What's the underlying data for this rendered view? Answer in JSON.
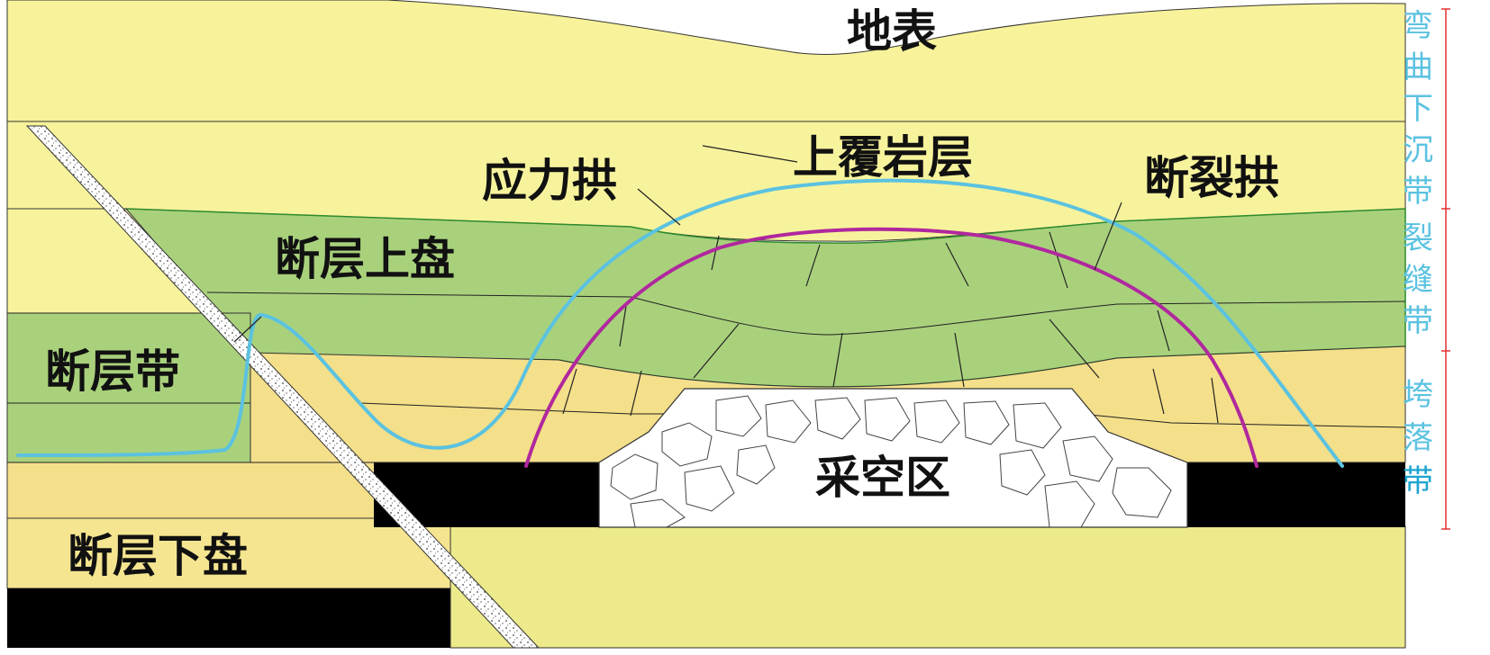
{
  "labels": {
    "surface": "地表",
    "overburden": "上覆岩层",
    "stress_arch": "应力拱",
    "fracture_arch": "断裂拱",
    "hanging_wall": "断层上盘",
    "fault_zone": "断层带",
    "goaf": "采空区",
    "footwall": "断层下盘"
  },
  "zones": {
    "bending_zone": [
      "弯",
      "曲",
      "下",
      "沉",
      "带"
    ],
    "fracture_zone": [
      "裂",
      "缝",
      "带"
    ],
    "caving_zone": [
      "垮",
      "落",
      "带"
    ]
  },
  "colors": {
    "yellow_pale": "#f8f39a",
    "yellow_light": "#f5ec92",
    "yellow_gold": "#f4df8a",
    "green_layer": "#a9d17c",
    "coal": "#000000",
    "stress_arch": "#5bc2e0",
    "fracture_arch": "#b0289e",
    "zone_text": "#5bc2e0",
    "zone_text_caving": "#1ea4cf",
    "marker": "#e03030"
  }
}
